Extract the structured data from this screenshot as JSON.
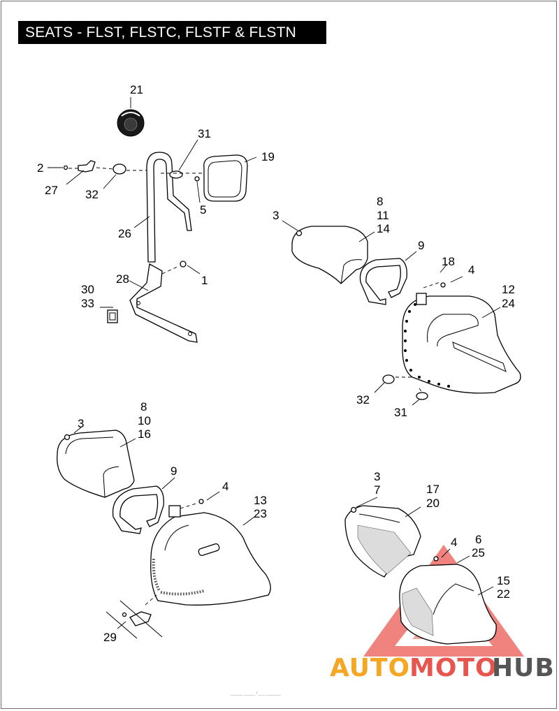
{
  "title": "SEATS - FLST, FLSTC, FLSTF & FLSTN",
  "callouts": {
    "c1": "1",
    "c2": "2",
    "c3a": "3",
    "c3b": "3",
    "c3c": "3",
    "c4a": "4",
    "c4b": "4",
    "c4c": "4",
    "c5": "5",
    "c6": "6",
    "c7": "7",
    "c8a": "8",
    "c8b": "8",
    "c9a": "9",
    "c9b": "9",
    "c10": "10",
    "c11": "11",
    "c12": "12",
    "c13": "13",
    "c14": "14",
    "c15": "15",
    "c16": "16",
    "c17": "17",
    "c18": "18",
    "c19": "19",
    "c20": "20",
    "c21": "21",
    "c22": "22",
    "c23": "23",
    "c24": "24",
    "c25": "25",
    "c26": "26",
    "c27": "27",
    "c28": "28",
    "c29": "29",
    "c30": "30",
    "c31a": "31",
    "c31b": "31",
    "c32a": "32",
    "c32b": "32",
    "c33": "33"
  },
  "watermark": {
    "part1": "AUTO",
    "part2": "MOTO",
    "part3": "HUB",
    "color_orange": "#f5a623",
    "color_red": "#e8554e",
    "color_gray": "#555555"
  },
  "footer_note": "_____ _____ / ___ ______"
}
